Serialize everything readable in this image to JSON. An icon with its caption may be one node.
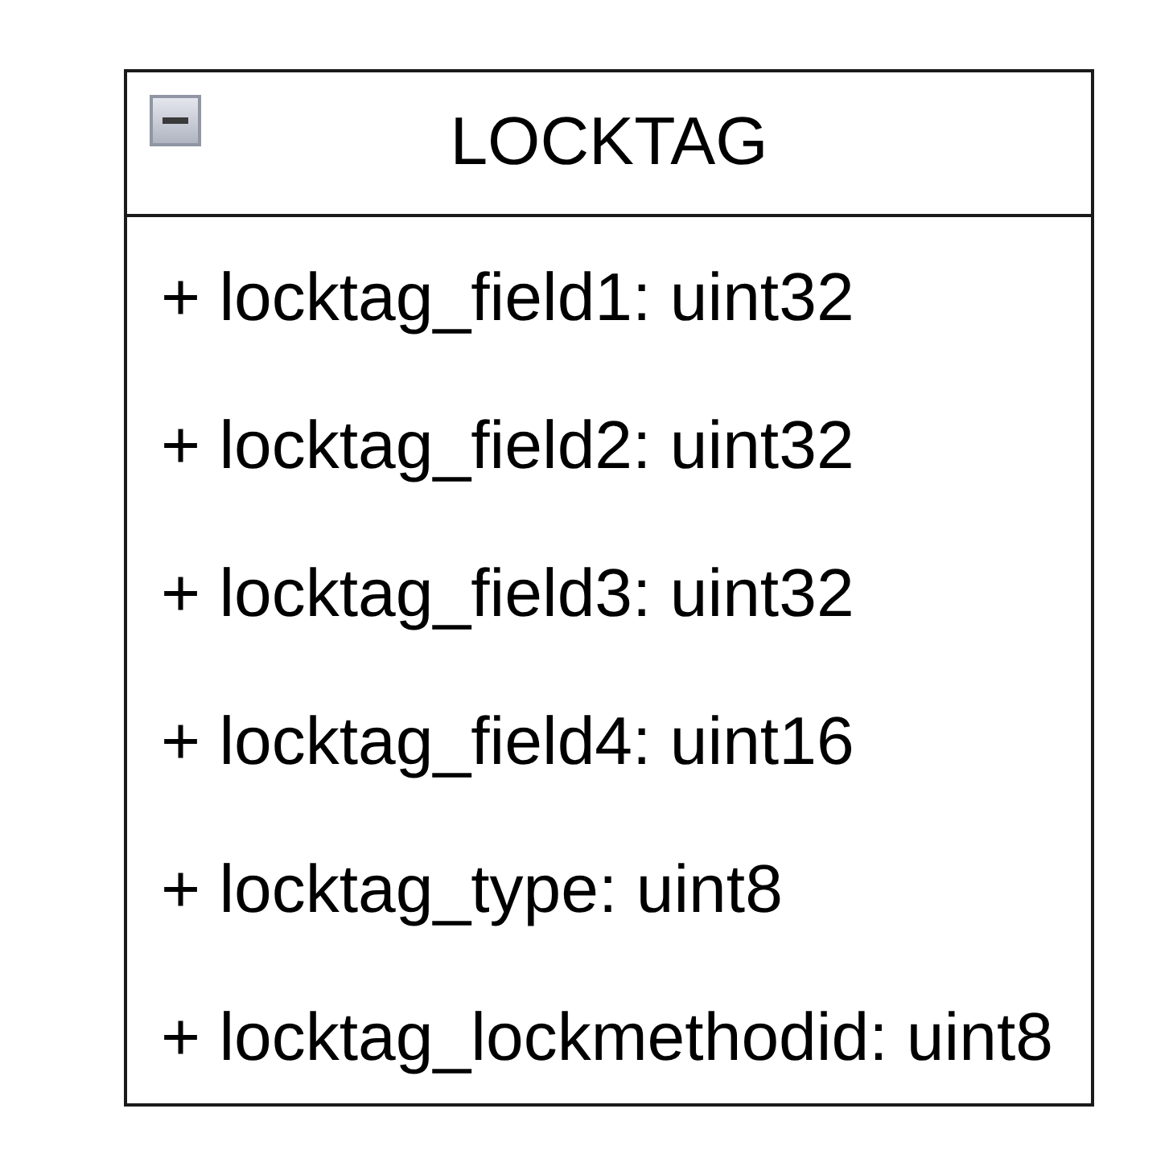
{
  "diagram": {
    "nodes": [
      {
        "text": [
          "LOCKTAG",
          "+ locktag_field1: uint32",
          "+ locktag_field2: uint32",
          "+ locktag_field3: uint32",
          "+ locktag_field4: uint16",
          "+ locktag_type: uint8",
          "+ locktag_lockmethodid: uint8"
        ]
      }
    ]
  }
}
